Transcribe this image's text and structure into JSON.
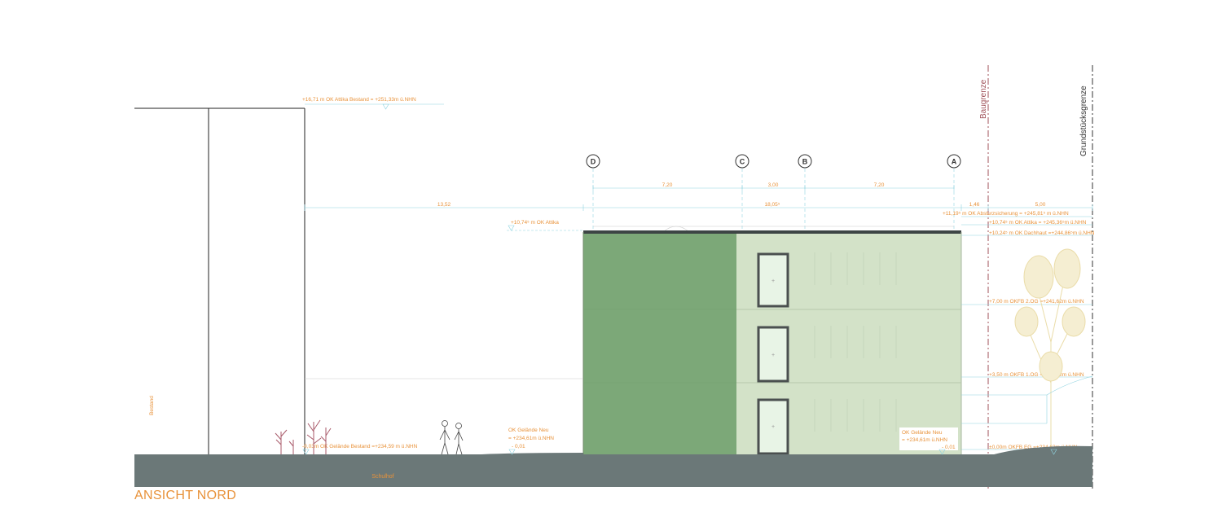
{
  "title": "ANSICHT NORD",
  "ground_label": "Schulhof",
  "existing_label": "Bestand",
  "boundary_labels": {
    "baugrenze": "Baugrenze",
    "grundstuecksgrenze": "Grundstücksgrenze"
  },
  "axes": [
    "D",
    "C",
    "B",
    "A"
  ],
  "dimensions": {
    "d_c": "7,20",
    "c_b": "3,00",
    "b_a": "7,20",
    "existing_gap": "13,52",
    "overall": "18,05⁵",
    "a_baugrenze": "1,46",
    "baugrenze_grundstueck": "5,00"
  },
  "levels": {
    "attika_bestand": "+16,71 m OK Attika Bestand = +251,33m ü.NHN",
    "attika_left": "+10,74⁵ m OK Attika",
    "absturz": "+11,19⁵ m OK Absturzsicherung = +245,81⁵ m ü.NHN",
    "attika_right": "+10,74⁵ m OK Attika = +245,36⁵m ü.NHN",
    "dachhaut": "+10,24⁵ m OK Dachhaut =+244,86⁵m ü.NHN",
    "og2": "+7,00 m OKFB 2.OG =+241,62m ü.NHN",
    "og1": "+3,50 m OKFB 1.OG =+238,12m ü.NHN",
    "eg": "±0,00m OKFB EG =+234,62m ü.NHN",
    "gelaende_bestand": "-0,03m OK Gelände Bestand =+234,59 m ü.NHN",
    "gelaende_neu_left_1": "OK Gelände Neu",
    "gelaende_neu_left_2": "= +234,61m  ü.NHN",
    "gelaende_neu_left_3": "- 0,01",
    "gelaende_neu_right_1": "OK Gelände Neu",
    "gelaende_neu_right_2": "= +234,61m  ü.NHN",
    "gelaende_neu_right_3": "- 0,01"
  },
  "colors": {
    "accent": "#e8923a",
    "facade_dark_green": "#7ca878",
    "facade_light_green": "#d3e2c8",
    "ground": "#6b7878",
    "boundary_red": "#a0525a",
    "dim_cyan": "#8fd3e0",
    "window_frame": "#4a4f4f",
    "window_glass": "#e8f4e6"
  }
}
